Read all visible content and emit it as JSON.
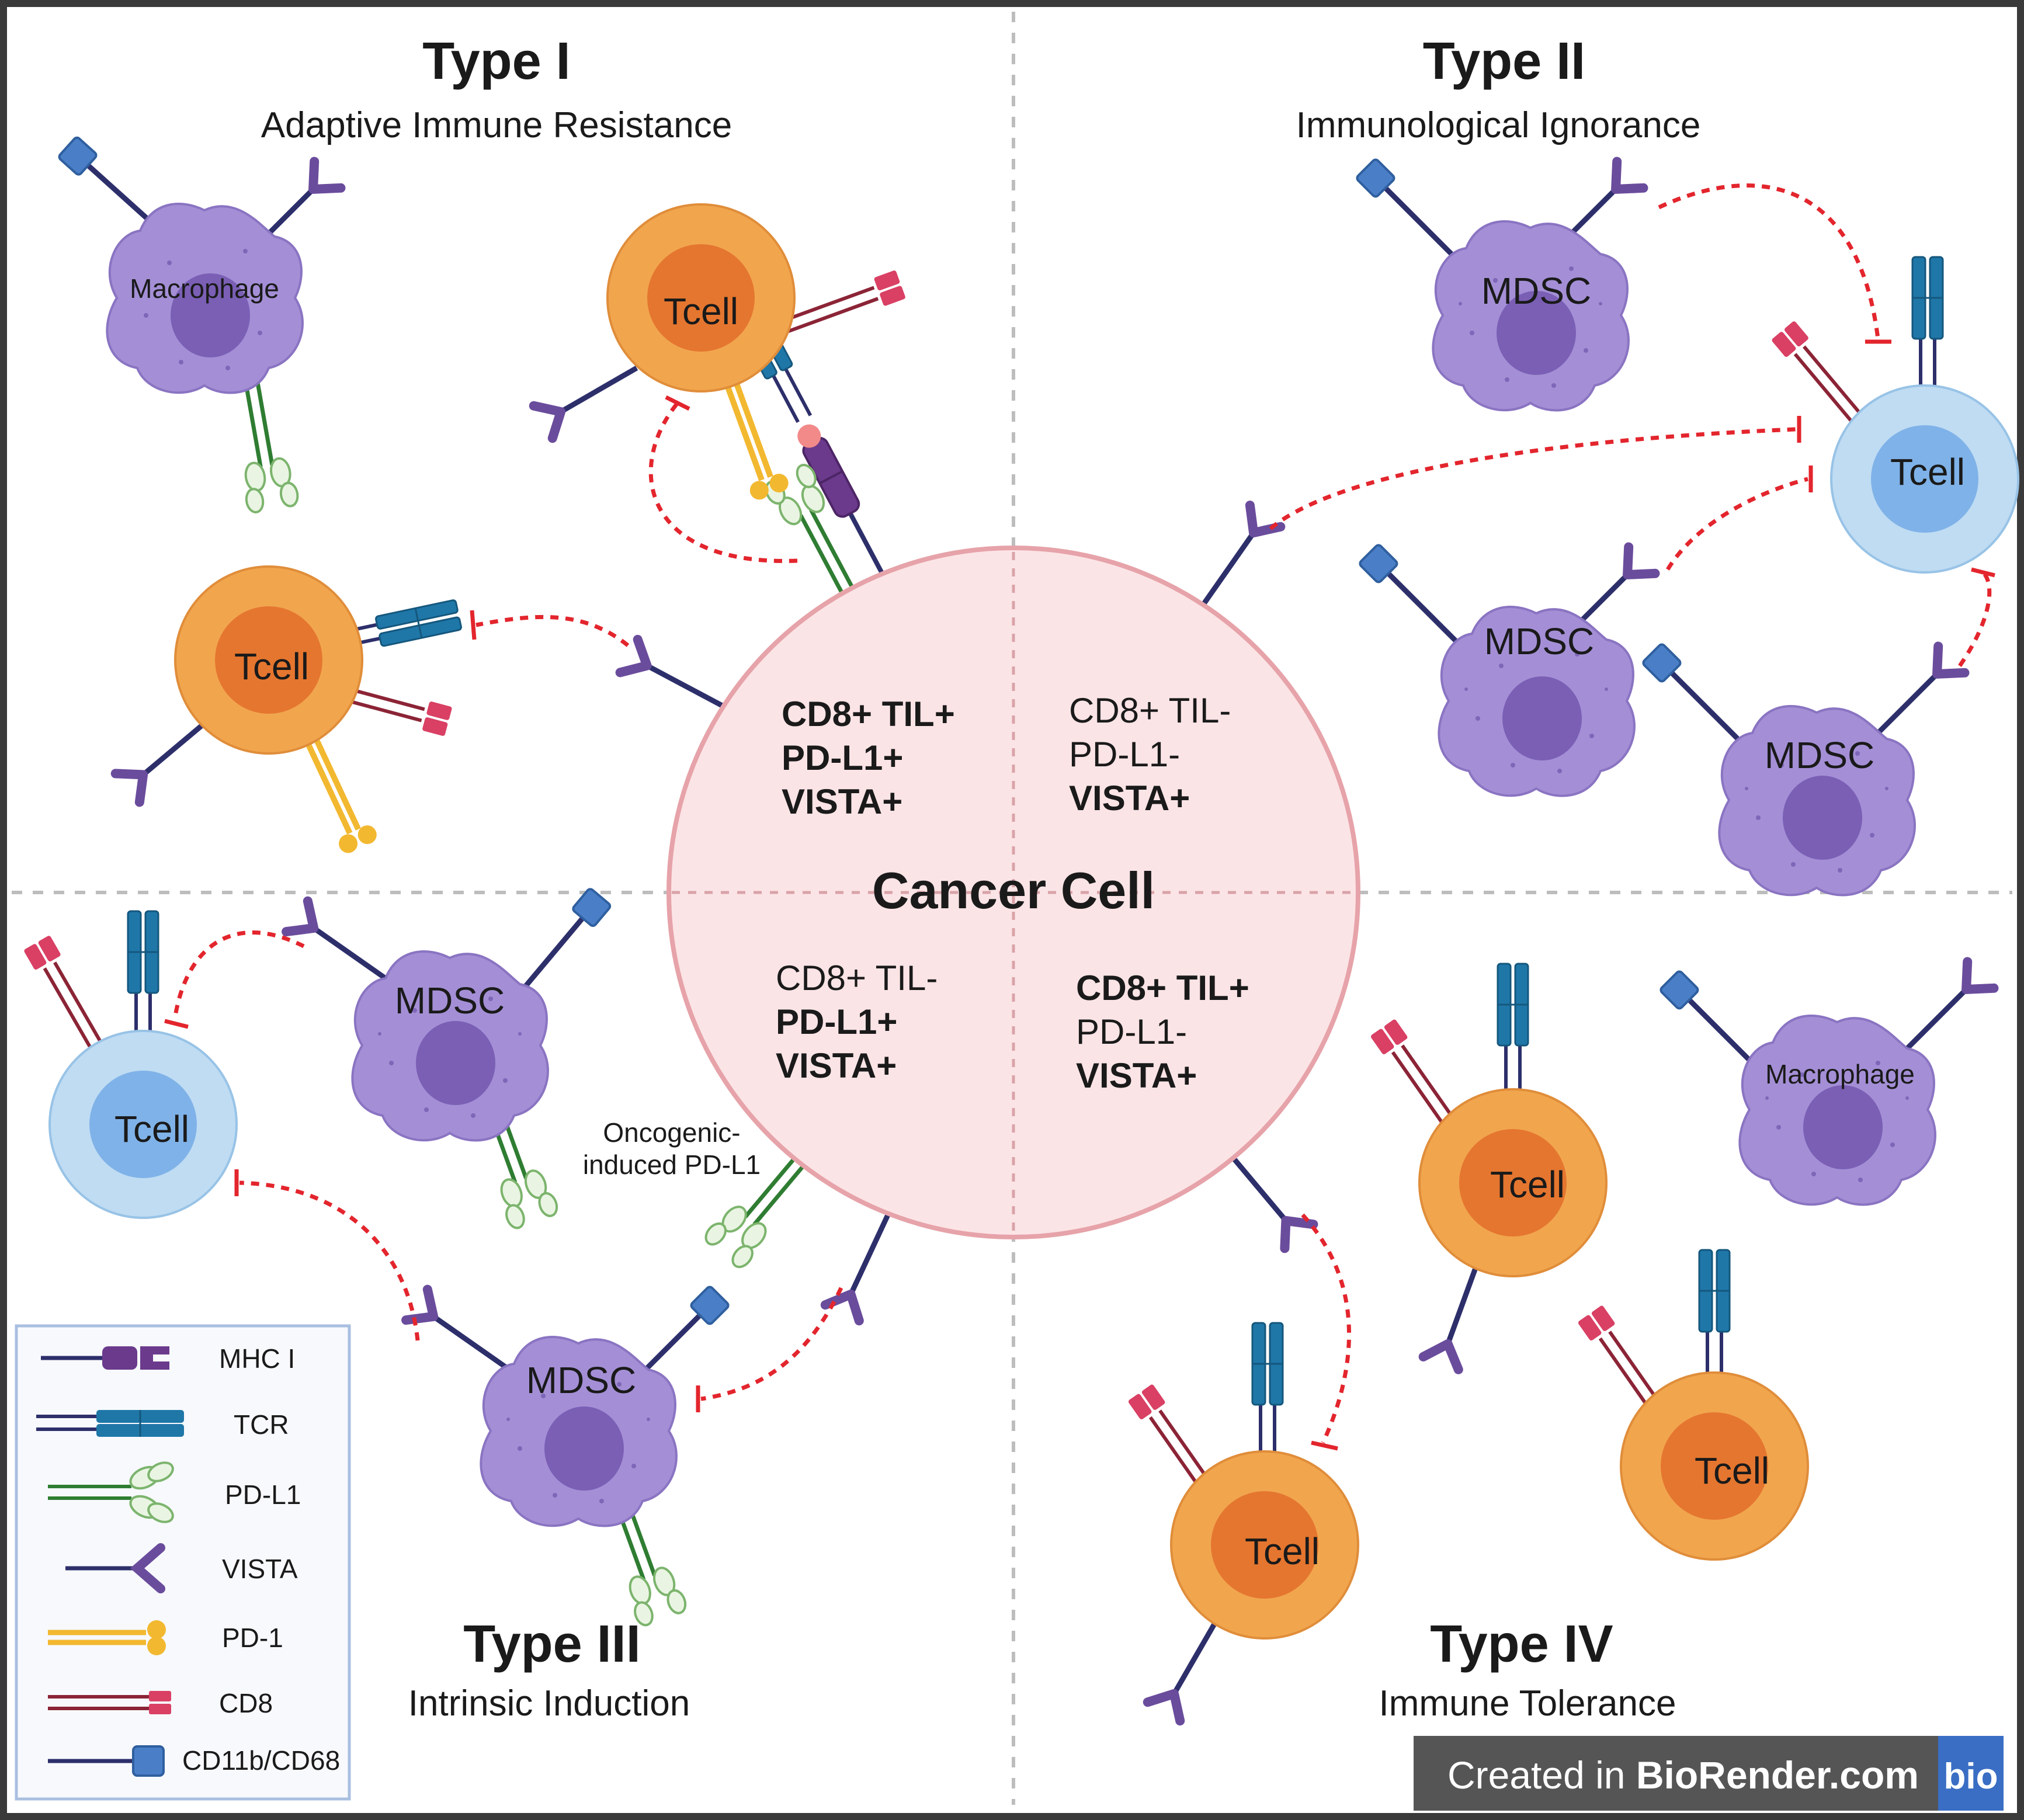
{
  "colors": {
    "frame": "#3a3a3a",
    "cancer_fill": "#fbe4e6",
    "cancer_stroke": "#e6a3a9",
    "macrophage": "#a48fd6",
    "macrophage_nucleus": "#7a5fb5",
    "tcell_orange": "#f1a64e",
    "tcell_orange_nucleus": "#e5762f",
    "tcell_blue": "#bfdcf3",
    "tcell_blue_nucleus": "#7fb2e8",
    "inhibit_arrow": "#e3252d",
    "mhc": "#6b3a8c",
    "tcr": "#1f77a8",
    "pdl1": "#2f7d32",
    "vista": "#6a4c9c",
    "pd1": "#f2b830",
    "cd8": "#c53a55",
    "cd11b": "#4a7fc8",
    "stalk": "#2d2f6b",
    "banner_bg": "#555555",
    "banner_badge": "#3a6ec4"
  },
  "quadrants": {
    "type1": {
      "title": "Type I",
      "subtitle": "Adaptive Immune Resistance"
    },
    "type2": {
      "title": "Type II",
      "subtitle": "Immunological Ignorance"
    },
    "type3": {
      "title": "Type III",
      "subtitle": "Intrinsic Induction"
    },
    "type4": {
      "title": "Type IV",
      "subtitle": "Immune Tolerance"
    }
  },
  "cancer_cell": {
    "label": "Cancer Cell",
    "q1": [
      "CD8+ TIL+",
      "PD-L1+",
      "VISTA+"
    ],
    "q2": [
      "CD8+ TIL-",
      "PD-L1-",
      "VISTA+"
    ],
    "q3": [
      "CD8+ TIL-",
      "PD-L1+",
      "VISTA+"
    ],
    "q4": [
      "CD8+ TIL+",
      "PD-L1-",
      "VISTA+"
    ]
  },
  "cells": {
    "macrophage": "Macrophage",
    "mdsc": "MDSC",
    "tcell": "Tcell"
  },
  "annotation": {
    "oncogenic_line1": "Oncogenic-",
    "oncogenic_line2": "induced PD-L1"
  },
  "legend": {
    "items": [
      {
        "label": "MHC I",
        "icon": "mhc-icon"
      },
      {
        "label": "TCR",
        "icon": "tcr-icon"
      },
      {
        "label": "PD-L1",
        "icon": "pdl1-icon"
      },
      {
        "label": "VISTA",
        "icon": "vista-icon"
      },
      {
        "label": "PD-1",
        "icon": "pd1-icon"
      },
      {
        "label": "CD8",
        "icon": "cd8-icon"
      },
      {
        "label": "CD11b/CD68",
        "icon": "cd11b-icon"
      }
    ]
  },
  "banner": {
    "prefix": "Created in ",
    "brand": "BioRender.com",
    "badge": "bio"
  }
}
